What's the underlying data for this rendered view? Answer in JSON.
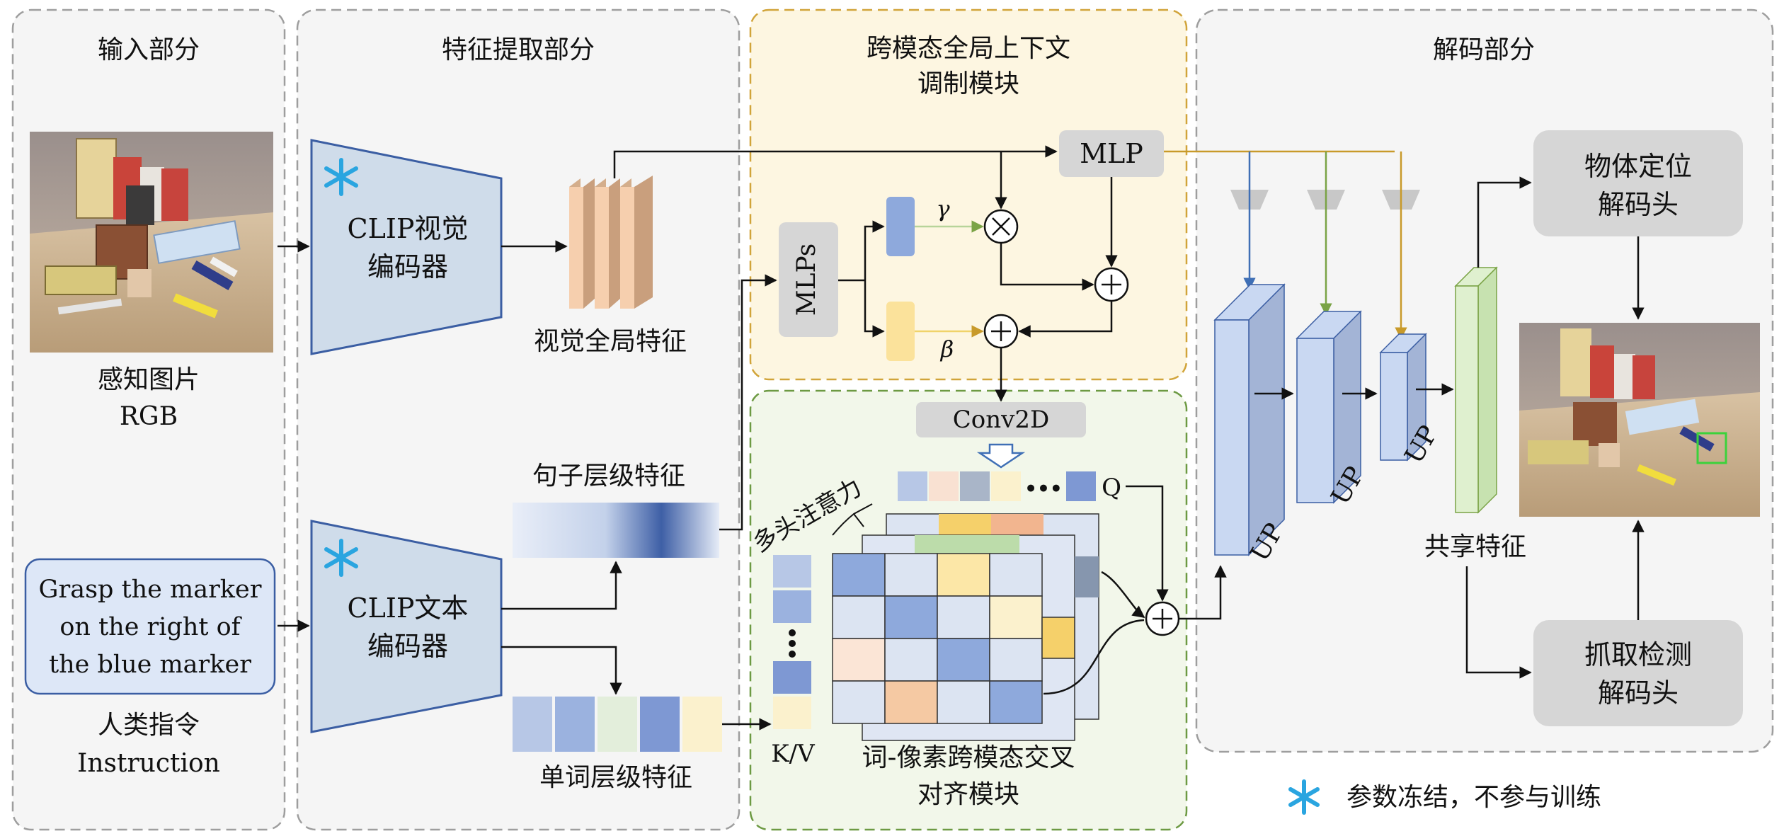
{
  "sections": {
    "input": "输入部分",
    "feature": "特征提取部分",
    "modulation": [
      "跨模态全局上下文",
      "调制模块"
    ],
    "decode": "解码部分"
  },
  "input": {
    "rgb_caption": [
      "感知图片",
      "RGB"
    ],
    "instruction_text": [
      "Grasp the marker",
      "on the right of",
      "the blue marker"
    ],
    "instruction_caption": [
      "人类指令",
      "Instruction"
    ]
  },
  "encoders": {
    "visual": [
      "CLIP视觉",
      "编码器"
    ],
    "text": [
      "CLIP文本",
      "编码器"
    ]
  },
  "features": {
    "visual_global": "视觉全局特征",
    "sentence": "句子层级特征",
    "word": "单词层级特征",
    "shared": "共享特征"
  },
  "modulation": {
    "mlp": "MLP",
    "mlps": "MLPs",
    "gamma": "γ",
    "beta": "β",
    "times": "×",
    "plus": "+"
  },
  "alignment": {
    "conv2d": "Conv2D",
    "q": "Q",
    "kv": "K/V",
    "dots": "•••",
    "multihead": "多头注意力",
    "caption": [
      "词-像素跨模态交叉",
      "对齐模块"
    ]
  },
  "decoder": {
    "up": "UP",
    "locate_head": [
      "物体定位",
      "解码头"
    ],
    "grasp_head": [
      "抓取检测",
      "解码头"
    ]
  },
  "legend": {
    "frozen": "参数冻结，不参与训练",
    "snowflake": "snowflake-icon"
  },
  "colors": {
    "section_border": "#9e9e9e",
    "modulation_fill": "#fdf6e1",
    "modulation_border": "#d1a43a",
    "alignment_fill": "#f2f7ea",
    "alignment_border": "#6d9a43",
    "encoder_fill": "#cfdcea",
    "encoder_border": "#3b5ea3",
    "snowflake": "#2aa5e0",
    "gray_box": "#d6d6d6",
    "gold_line": "#c89a2a",
    "blue_line": "#3f6fb5",
    "green_line": "#7aa346"
  }
}
